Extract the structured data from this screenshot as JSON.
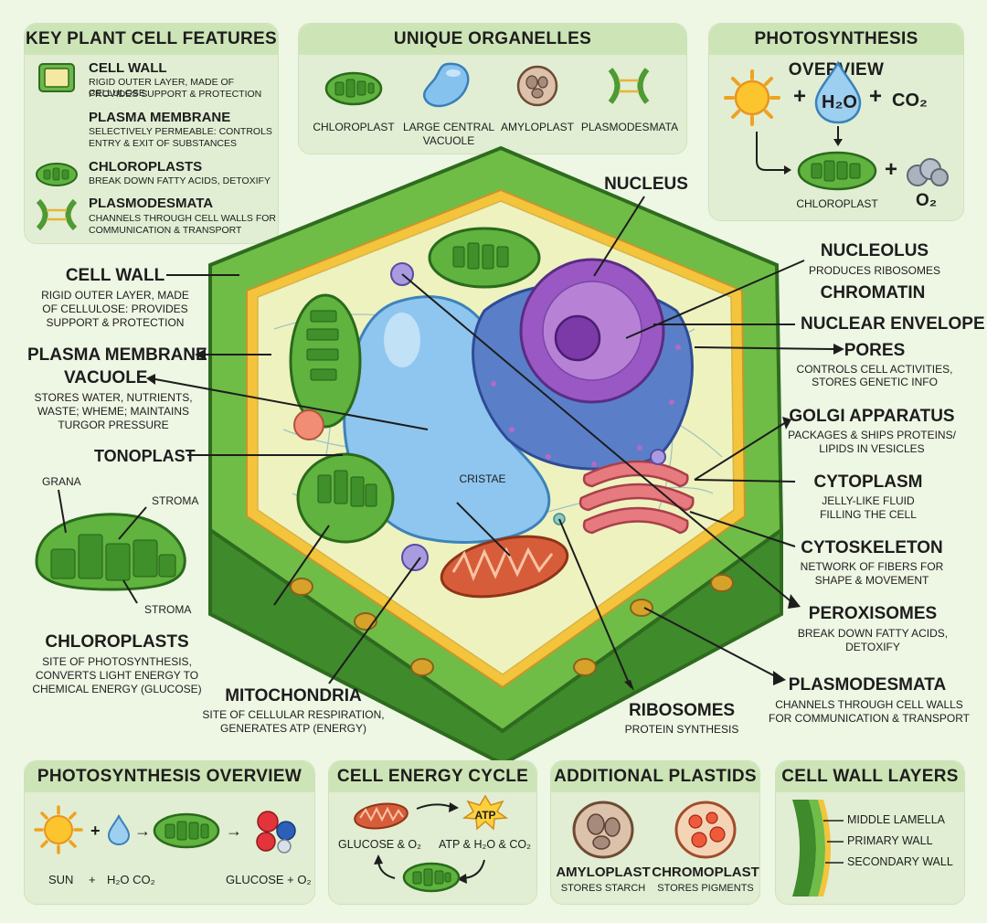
{
  "colors": {
    "background": "#eef6e4",
    "panel": "#e1eed3",
    "cell_wall": "#4f9a36",
    "membrane": "#f3c43c",
    "cytoplasm": "#eef2bf",
    "vacuole": "#8fc6ef",
    "nucleus": "#9a58c4",
    "er": "#5a7fc8",
    "golgi": "#e77a7e",
    "chloroplast": "#55a83a",
    "mitochondria": "#d75d3a"
  },
  "key_features": {
    "title": "KEY PLANT CELL FEATURES",
    "items": [
      {
        "icon": "cell-wall-icon",
        "name": "CELL WALL",
        "desc": [
          "RIGID OUTER LAYER, MADE OF CELLULOSE:",
          "PROVIDES SUPPORT & PROTECTION"
        ]
      },
      {
        "icon": "",
        "name": "PLASMA MEMBRANE",
        "desc": [
          "SELECTIVELY PERMEABLE: CONTROLS",
          "ENTRY & EXIT OF SUBSTANCES"
        ]
      },
      {
        "icon": "chloroplast-icon",
        "name": "CHLOROPLASTS",
        "desc": [
          "BREAK DOWN FATTY ACIDS, DETOXIFY"
        ]
      },
      {
        "icon": "plasmodesmata-icon",
        "name": "PLASMODESMATA",
        "desc": [
          "CHANNELS THROUGH CELL WALLS FOR",
          "COMMUNICATION & TRANSPORT"
        ]
      }
    ]
  },
  "unique_organelles": {
    "title": "UNIQUE ORGANELLES",
    "items": [
      {
        "icon": "chloroplast-icon",
        "label": [
          "CHLOROPLAST"
        ]
      },
      {
        "icon": "vacuole-icon",
        "label": [
          "LARGE CENTRAL",
          "VACUOLE"
        ]
      },
      {
        "icon": "amyloplast-icon",
        "label": [
          "AMYLOPLAST"
        ]
      },
      {
        "icon": "plasmodesmata-icon",
        "label": [
          "PLASMODESMATA"
        ]
      }
    ]
  },
  "photo_top": {
    "title": "PHOTOSYNTHESIS OVERVIEW",
    "plus": "+",
    "h2o": "H₂O",
    "co2": "CO₂",
    "chloroplast_label": "CHLOROPLAST",
    "o2": "O₂"
  },
  "labels": {
    "nucleus": "NUCLEUS",
    "nucleolus": {
      "name": "NUCLEOLUS",
      "desc": [
        "PRODUCES RIBOSOMES"
      ]
    },
    "chromatin": "CHROMATIN",
    "nuclear_envelope": "NUCLEAR ENVELOPE",
    "pores": {
      "name": "PORES",
      "desc": [
        "CONTROLS CELL ACTIVITIES,",
        "STORES GENETIC INFO"
      ]
    },
    "golgi": {
      "name": "GOLGI APPARATUS",
      "desc": [
        "PACKAGES & SHIPS PROTEINS/",
        "LIPIDS IN VESICLES"
      ]
    },
    "cytoplasm": {
      "name": "CYTOPLASM",
      "desc": [
        "JELLY-LIKE FLUID",
        "FILLING THE CELL"
      ]
    },
    "cytoskeleton": {
      "name": "CYTOSKELETON",
      "desc": [
        "NETWORK OF FIBERS FOR",
        "SHAPE & MOVEMENT"
      ]
    },
    "peroxisomes": {
      "name": "PEROXISOMES",
      "desc": [
        "BREAK DOWN FATTY ACIDS,",
        "DETOXIFY"
      ]
    },
    "plasmodesmata": {
      "name": "PLASMODESMATA",
      "desc": [
        "CHANNELS THROUGH CELL WALLS",
        "FOR COMMUNICATION & TRANSPORT"
      ]
    },
    "ribosomes": {
      "name": "RIBOSOMES",
      "desc": [
        "PROTEIN SYNTHESIS"
      ]
    },
    "mitochondria": {
      "name": "MITOCHONDRIA",
      "desc": [
        "SITE OF CELLULAR RESPIRATION,",
        "GENERATES ATP (ENERGY)"
      ]
    },
    "chloroplasts": {
      "name": "CHLOROPLASTS",
      "desc": [
        "SITE OF PHOTOSYNTHESIS,",
        "CONVERTS LIGHT ENERGY TO",
        "CHEMICAL ENERGY (GLUCOSE)"
      ]
    },
    "cell_wall": {
      "name": "CELL WALL",
      "desc": [
        "RIGID OUTER LAYER, MADE",
        "OF CELLULOSE: PROVIDES",
        "SUPPORT & PROTECTION"
      ]
    },
    "plasma_membrane": "PLASMA MEMBRANE",
    "vacuole": {
      "name": "VACUOLE",
      "desc": [
        "STORES WATER, NUTRIENTS,",
        "WASTE; WHEME; MAINTAINS",
        "TURGOR PRESSURE"
      ]
    },
    "tonoplast": "TONOPLAST",
    "cristae": "CRISTAE",
    "grana": "GRANA",
    "stroma_top": "STROMA",
    "stroma_bottom": "STROMA"
  },
  "photo_bottom": {
    "title": "PHOTOSYNTHESIS OVERVIEW",
    "plus": "+",
    "arrow": "→",
    "sun": "SUN",
    "plus2": "+",
    "reactants": "H₂O CO₂",
    "products": "GLUCOSE + O₂"
  },
  "energy_cycle": {
    "title": "CELL ENERGY CYCLE",
    "atp": "ATP",
    "left": "GLUCOSE & O₂",
    "right": "ATP & H₂O & CO₂"
  },
  "plastids": {
    "title": "ADDITIONAL PLASTIDS",
    "items": [
      {
        "name": "AMYLOPLAST",
        "desc": "STORES STARCH"
      },
      {
        "name": "CHROMOPLAST",
        "desc": "STORES PIGMENTS"
      }
    ]
  },
  "wall_layers": {
    "title": "CELL WALL LAYERS",
    "layers": [
      "MIDDLE LAMELLA",
      "PRIMARY WALL",
      "SECONDARY WALL"
    ]
  }
}
